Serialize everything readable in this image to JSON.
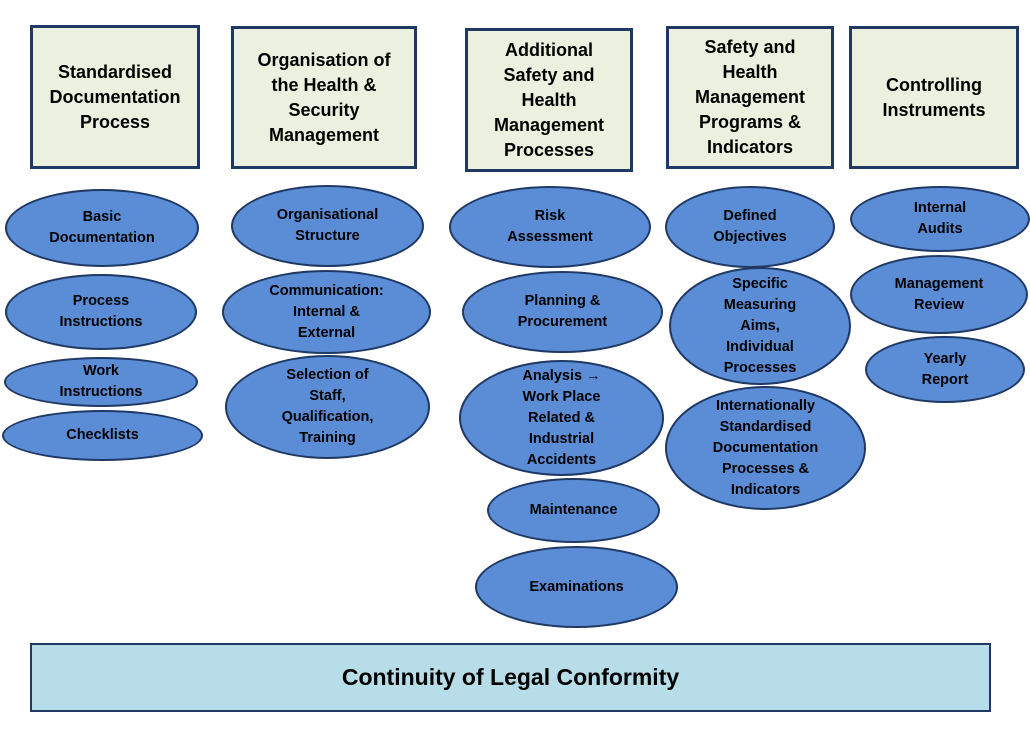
{
  "columns": [
    {
      "header": "Standardised\nDocumentation\nProcess",
      "items": [
        "Basic\nDocumentation",
        "Process\nInstructions",
        "Work\nInstructions",
        "Checklists"
      ]
    },
    {
      "header": "Organisation of\nthe Health &\nSecurity\nManagement",
      "items": [
        "Organisational\nStructure",
        "Communication:\nInternal &\nExternal",
        "Selection of\nStaff,\nQualification,\nTraining"
      ]
    },
    {
      "header": "Additional\nSafety and\nHealth\nManagement\nProcesses",
      "items": [
        "Risk\nAssessment",
        "Planning &\nProcurement",
        "Analysis →\nWork Place\nRelated &\nIndustrial\nAccidents",
        "Maintenance",
        "Examinations"
      ]
    },
    {
      "header": "Safety and\nHealth\nManagement\nPrograms &\nIndicators",
      "items": [
        "Defined\nObjectives",
        "Specific\nMeasuring\nAims,\nIndividual\nProcesses",
        "Internationally\nStandardised\nDocumentation\nProcesses &\nIndicators"
      ]
    },
    {
      "header": "Controlling\nInstruments",
      "items": [
        "Internal\nAudits",
        "Management\nReview",
        "Yearly\nReport"
      ]
    }
  ],
  "footer": "Continuity of Legal Conformity",
  "colors": {
    "header_fill": "#ebf1de",
    "ellipse_fill": "#5b8dd6",
    "footer_fill": "#b7dde8",
    "outline": "#1f3864"
  }
}
